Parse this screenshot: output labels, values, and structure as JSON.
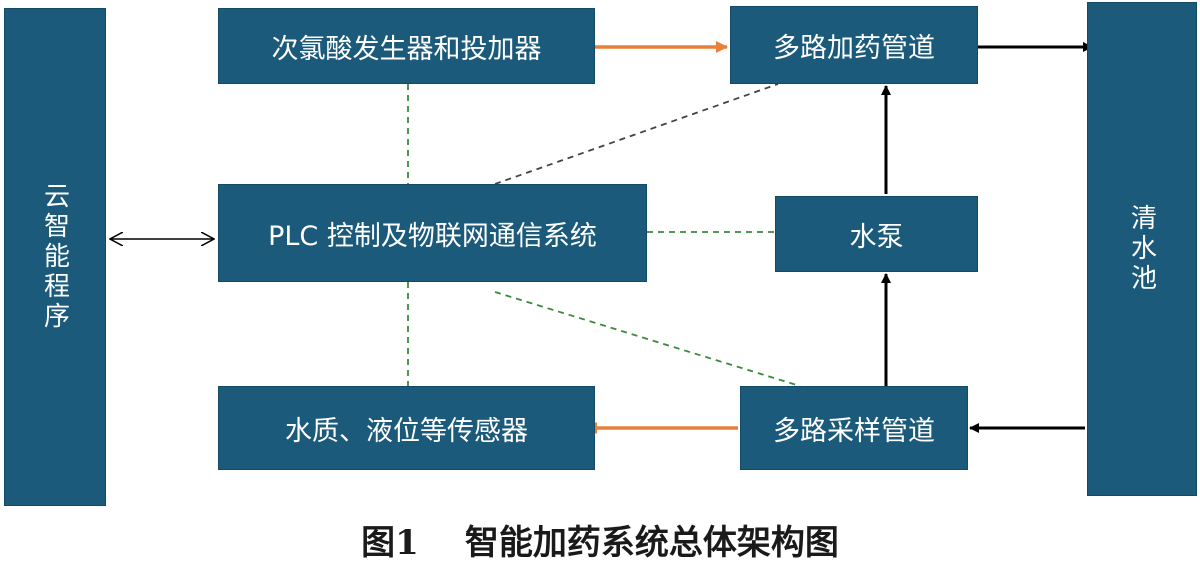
{
  "blocks": {
    "cloud": "云智能程序",
    "generator": "次氯酸发生器和投加器",
    "dosing_pipe": "多路加药管道",
    "plc": "PLC 控制及物联网通信系统",
    "pump": "水泵",
    "sensors": "水质、液位等传感器",
    "sampling_pipe": "多路采样管道",
    "clear_pool": "清水池"
  },
  "caption": {
    "number": "图1",
    "title": "智能加药系统总体架构图"
  },
  "colors": {
    "block_fill": "#1b5a7a",
    "orange_arrow": "#e8803a",
    "green_dash": "#3a8a3a",
    "black_arrow": "#000000"
  }
}
